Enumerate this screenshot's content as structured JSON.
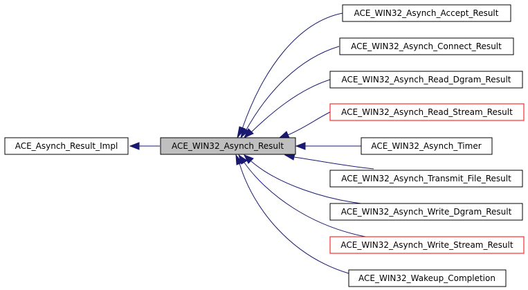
{
  "colors": {
    "edge": "#191970",
    "box_border": "#000000",
    "box_border_highlight": "#ff0000",
    "center_fill": "#bfbfbf",
    "box_fill": "#ffffff"
  },
  "diagram": {
    "nodes": {
      "base": "ACE_Asynch_Result_Impl",
      "center": "ACE_WIN32_Asynch_Result",
      "accept": "ACE_WIN32_Asynch_Accept_Result",
      "connect": "ACE_WIN32_Asynch_Connect_Result",
      "read_dgram": "ACE_WIN32_Asynch_Read_Dgram_Result",
      "read_stream": "ACE_WIN32_Asynch_Read_Stream_Result",
      "timer": "ACE_WIN32_Asynch_Timer",
      "transmit_file": "ACE_WIN32_Asynch_Transmit_File_Result",
      "write_dgram": "ACE_WIN32_Asynch_Write_Dgram_Result",
      "write_stream": "ACE_WIN32_Asynch_Write_Stream_Result",
      "wakeup": "ACE_WIN32_Wakeup_Completion"
    }
  }
}
